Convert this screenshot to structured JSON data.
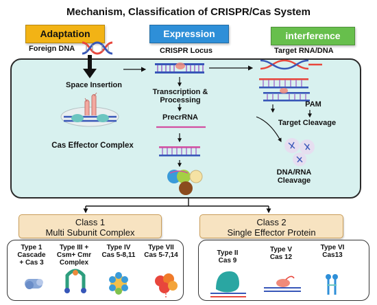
{
  "title": "Mechanism, Classification of CRISPR/Cas  System",
  "phases": {
    "adaptation": {
      "label": "Adaptation",
      "sublabel": "Foreign DNA",
      "color": "#f2b315"
    },
    "expression": {
      "label": "Expression",
      "sublabel": "CRISPR Locus",
      "color": "#2e8fd8"
    },
    "interference": {
      "label": "interference",
      "sublabel": "Target RNA/DNA",
      "color": "#67bf4c"
    }
  },
  "steps": {
    "space_insertion": "Space Insertion",
    "cas_effector": "Cas Effector Complex",
    "transcription_1": "Transcription &",
    "transcription_2": "Processing",
    "precrrna": "PrecrRNA",
    "pam": "PAM",
    "target_cleavage": "Target Cleavage",
    "dna_rna_1": "DNA/RNA",
    "dna_rna_2": "Cleavage"
  },
  "classes": [
    {
      "name": "Class 1",
      "description": "Multi Subunit Complex",
      "types": [
        {
          "line1": "Type 1",
          "line2": "Cascade",
          "line3": "+ Cas 3"
        },
        {
          "line1": "Type III +",
          "line2": "Csm+ Cmr",
          "line3": "Complex"
        },
        {
          "line1": "Type IV",
          "line2": "Cas 5-8,11",
          "line3": ""
        },
        {
          "line1": "Type VII",
          "line2": "Cas 5-7,14",
          "line3": ""
        }
      ]
    },
    {
      "name": "Class 2",
      "description": "Single Effector Protein",
      "types": [
        {
          "line1": "Type II",
          "line2": "Cas 9"
        },
        {
          "line1": "Type V",
          "line2": "Cas 12"
        },
        {
          "line1": "Type VI",
          "line2": "Cas13"
        }
      ]
    }
  ],
  "colors": {
    "panel": "#d8f1ef",
    "class_header": "#f7e3c1",
    "dna_red": "#e8463c",
    "dna_blue": "#3756b8",
    "rna_pink": "#d24fa0"
  }
}
